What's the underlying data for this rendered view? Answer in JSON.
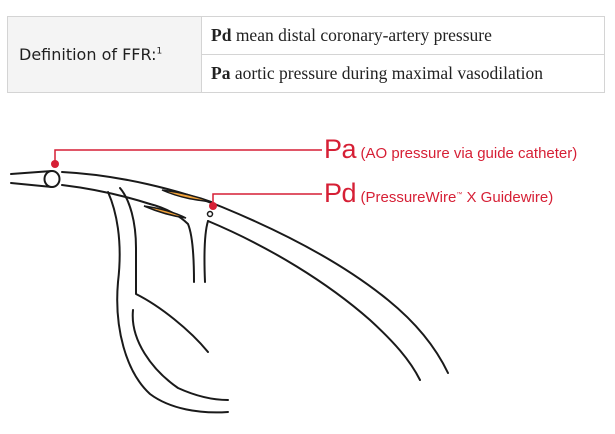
{
  "definition": {
    "label": "Definition of FFR:",
    "footnote": "1",
    "rows": [
      {
        "term": "Pd",
        "text": "mean distal coronary-artery pressure"
      },
      {
        "term": "Pa",
        "text": "aortic pressure during maximal vasodilation"
      }
    ]
  },
  "annotations": {
    "pa": {
      "symbol": "Pa",
      "desc": "(AO pressure via guide catheter)"
    },
    "pd": {
      "symbol": "Pd",
      "desc_before": "(PressureWire",
      "trademark": "™",
      "desc_after": " X Guidewire)"
    }
  },
  "colors": {
    "accent": "#d61f35",
    "stenosis": "#f3a33a",
    "vessel": "#1a1a1a"
  }
}
